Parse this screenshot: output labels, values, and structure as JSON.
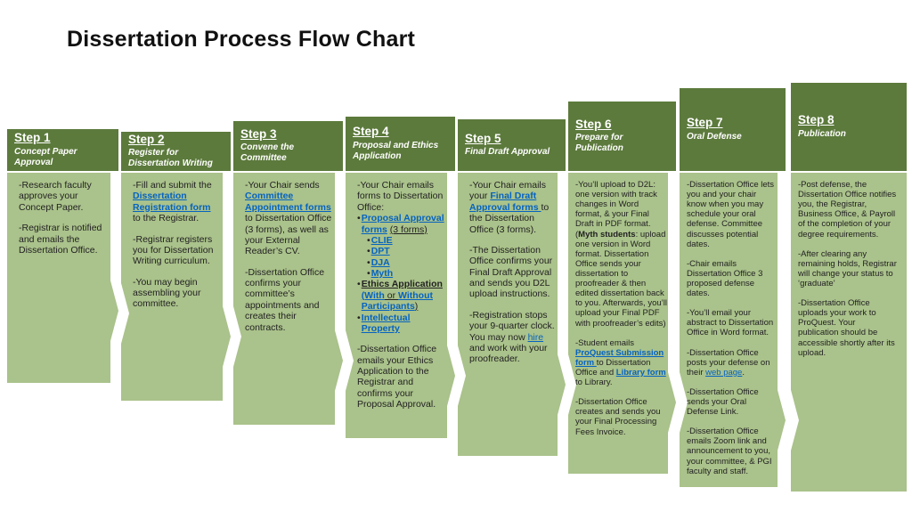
{
  "title": "Dissertation Process Flow Chart",
  "colors": {
    "header_green": "#5c7a3c",
    "body_green": "#aac28b",
    "link_blue": "#0563c1"
  },
  "steps": [
    {
      "label": "Step 1",
      "subtitle": "Concept Paper Approval",
      "blocks": [
        {
          "gap": true,
          "seg": [
            [
              "-Research faculty approves your Concept Paper.",
              "p"
            ]
          ]
        },
        {
          "seg": [
            [
              "-Registrar is notified and emails the Dissertation Office.",
              "p"
            ]
          ]
        }
      ]
    },
    {
      "label": "Step 2",
      "subtitle": "Register for Dissertation Writing",
      "blocks": [
        {
          "gap": true,
          "seg": [
            [
              "-Fill and submit the ",
              "p"
            ],
            [
              "Dissertation Registration form",
              "ab"
            ],
            [
              " to the Registrar.",
              "p"
            ]
          ]
        },
        {
          "gap": true,
          "seg": [
            [
              "-Registrar registers you for Dissertation Writing curriculum.",
              "p"
            ]
          ]
        },
        {
          "seg": [
            [
              "-You may begin assembling your committee.",
              "p"
            ]
          ]
        }
      ]
    },
    {
      "label": "Step 3",
      "subtitle": "Convene the Committee",
      "blocks": [
        {
          "gap": true,
          "seg": [
            [
              "-Your Chair sends ",
              "p"
            ],
            [
              "Committee Appointment forms ",
              "ab"
            ],
            [
              "to Dissertation Office (3 forms), as well as your External Reader’s CV.",
              "p"
            ]
          ]
        },
        {
          "seg": [
            [
              "-Dissertation Office confirms your committee’s appointments and creates their contracts.",
              "p"
            ]
          ]
        }
      ]
    },
    {
      "label": "Step 4",
      "subtitle": "Proposal and Ethics Application",
      "blocks": [
        {
          "seg": [
            [
              "-Your Chair emails forms to Dissertation Office:",
              "p"
            ]
          ]
        },
        {
          "bullet": 1,
          "seg": [
            [
              "Proposal Approval forms",
              "ab"
            ],
            [
              " ",
              "p"
            ],
            [
              "(3 forms)",
              "u"
            ]
          ]
        },
        {
          "bullet": 2,
          "seg": [
            [
              "CLIE",
              "ab"
            ]
          ]
        },
        {
          "bullet": 2,
          "seg": [
            [
              "DPT",
              "ab"
            ]
          ]
        },
        {
          "bullet": 2,
          "seg": [
            [
              "DJA",
              "ab"
            ]
          ]
        },
        {
          "bullet": 2,
          "seg": [
            [
              "Myth",
              "ab"
            ]
          ]
        },
        {
          "bullet": 1,
          "seg": [
            [
              "Ethics Application",
              "bu"
            ],
            [
              " ",
              "p"
            ],
            [
              "(With",
              "ab"
            ],
            [
              " or ",
              "u"
            ],
            [
              "Without Participants",
              "ab"
            ],
            [
              ")",
              "u"
            ]
          ]
        },
        {
          "bullet": 1,
          "gap": true,
          "seg": [
            [
              "Intellectual Property",
              "ab"
            ]
          ]
        },
        {
          "seg": [
            [
              "-Dissertation Office emails your Ethics Application to the Registrar and confirms your Proposal Approval.",
              "p"
            ]
          ]
        }
      ]
    },
    {
      "label": "Step 5",
      "subtitle": "Final Draft Approval",
      "blocks": [
        {
          "gap": true,
          "seg": [
            [
              "-Your Chair emails your ",
              "p"
            ],
            [
              "Final Draft Approval forms ",
              "ab"
            ],
            [
              "to the Dissertation Office (3 forms).",
              "p"
            ]
          ]
        },
        {
          "gap": true,
          "seg": [
            [
              "-The Dissertation Office confirms your Final Draft Approval and sends you D2L upload instructions.",
              "p"
            ]
          ]
        },
        {
          "seg": [
            [
              "-Registration stops your 9-quarter clock. You may now ",
              "p"
            ],
            [
              "hire",
              "a"
            ],
            [
              " and work with your proofreader.",
              "p"
            ]
          ]
        }
      ]
    },
    {
      "label": "Step 6",
      "subtitle": "Prepare for Publication",
      "blocks": [
        {
          "seg": [
            [
              "-You’ll upload to D2L: one version with track changes in Word format, & your Final Draft in PDF format.",
              "p"
            ]
          ]
        },
        {
          "gap": true,
          "seg": [
            [
              "(",
              "p"
            ],
            [
              "Myth students",
              "b"
            ],
            [
              ": upload one version in Word format. Dissertation Office sends your dissertation to proofreader & then edited dissertation back to you. Afterwards, you’ll upload your Final PDF with proofreader’s edits)",
              "p"
            ]
          ]
        },
        {
          "gap": true,
          "seg": [
            [
              "-Student emails ",
              "p"
            ],
            [
              "ProQuest Submission form ",
              "ab"
            ],
            [
              "to Dissertation Office and ",
              "p"
            ],
            [
              "Library form",
              "ab"
            ],
            [
              " to Library.",
              "p"
            ]
          ]
        },
        {
          "seg": [
            [
              "-Dissertation Office creates and sends you your Final Processing Fees Invoice.",
              "p"
            ]
          ]
        }
      ]
    },
    {
      "label": "Step 7",
      "subtitle": "Oral Defense",
      "blocks": [
        {
          "gap": true,
          "seg": [
            [
              "-Dissertation Office lets you and your chair know when you may schedule your oral defense. Committee discusses potential dates.",
              "p"
            ]
          ]
        },
        {
          "gap": true,
          "seg": [
            [
              "-Chair emails Dissertation Office 3 proposed defense dates.",
              "p"
            ]
          ]
        },
        {
          "gap": true,
          "seg": [
            [
              "-You’ll email your abstract to Dissertation Office in Word format.",
              "p"
            ]
          ]
        },
        {
          "gap": true,
          "seg": [
            [
              "-Dissertation Office posts your defense on their ",
              "p"
            ],
            [
              "web page",
              "a"
            ],
            [
              ".",
              "p"
            ]
          ]
        },
        {
          "gap": true,
          "seg": [
            [
              "-Dissertation Office sends your Oral Defense Link.",
              "p"
            ]
          ]
        },
        {
          "seg": [
            [
              "-Dissertation Office emails Zoom link and announcement to you, your committee, & PGI faculty and staff.",
              "p"
            ]
          ]
        }
      ]
    },
    {
      "label": "Step 8",
      "subtitle": "Publication",
      "blocks": [
        {
          "gap": true,
          "seg": [
            [
              "-Post defense, the Dissertation Office notifies you, the Registrar, Business Office, & Payroll of the completion of your degree requirements.",
              "p"
            ]
          ]
        },
        {
          "gap": true,
          "seg": [
            [
              "-After clearing any remaining holds, Registrar will change your status to ‘graduate’",
              "p"
            ]
          ]
        },
        {
          "seg": [
            [
              "-Dissertation Office uploads your work to ProQuest. Your publication should be accessible shortly after its upload.",
              "p"
            ]
          ]
        }
      ]
    }
  ]
}
